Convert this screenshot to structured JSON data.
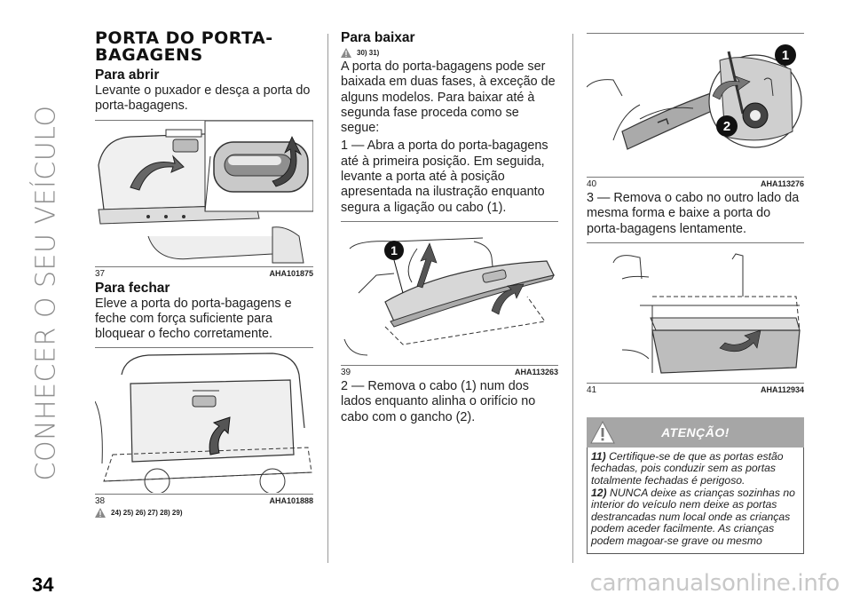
{
  "side_title": "CONHECER O SEU VEÍCULO",
  "page_number": "34",
  "watermark": "carmanualsonline.info",
  "col1": {
    "heading_line1": "PORTA DO PORTA-",
    "heading_line2": "BAGAGENS",
    "open_title": "Para abrir",
    "open_text": "Levante o puxador e desça a porta do porta-bagagens.",
    "fig37_num": "37",
    "fig37_code": "AHA101875",
    "close_title": "Para fechar",
    "close_text": "Eleve a porta do porta-bagagens e feche com força suficiente para bloquear o fecho corretamente.",
    "fig38_num": "38",
    "fig38_code": "AHA101888",
    "fig38_refs": "24) 25) 26) 27) 28) 29)"
  },
  "col2": {
    "lower_title": "Para baixar",
    "lower_refs": "30) 31)",
    "lower_text": "A porta do porta-bagagens pode ser baixada em duas fases, à exceção de alguns modelos. Para baixar até à segunda fase proceda como se segue:",
    "step1": "1 — Abra a porta do porta-bagagens até à primeira posição. Em seguida, levante a porta até à posição apresentada na ilustração enquanto segura a ligação ou cabo (1).",
    "fig39_num": "39",
    "fig39_code": "AHA113263",
    "fig39_label1": "1",
    "step2": "2 — Remova o cabo (1) num dos lados enquanto alinha o orifício no cabo com o gancho (2)."
  },
  "col3": {
    "fig40_num": "40",
    "fig40_code": "AHA113276",
    "fig40_label1": "1",
    "fig40_label2": "2",
    "step3": "3 — Remova o cabo no outro lado da mesma forma e baixe a porta do porta-bagagens lentamente.",
    "fig41_num": "41",
    "fig41_code": "AHA112934",
    "attention_title": "ATENÇÃO!",
    "note11_num": "11)",
    "note11_text": "Certifique-se de que as portas estão fechadas, pois conduzir sem as portas totalmente fechadas é perigoso.",
    "note12_num": "12)",
    "note12_text": "NUNCA deixe as crianças sozinhas no interior do veículo nem deixe as portas destrancadas num local onde as crianças podem aceder facilmente. As crianças podem magoar-se grave ou mesmo"
  }
}
